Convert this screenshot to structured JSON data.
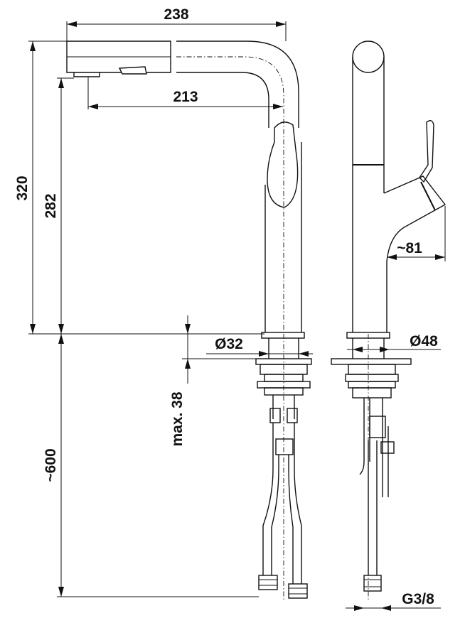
{
  "dimensions": {
    "width_total": "238",
    "width_spout": "213",
    "height_total": "320",
    "height_spout": "282",
    "diameter_base": "Ø32",
    "max_thickness": "max. 38",
    "hose_length": "~600",
    "handle_reach": "~81",
    "diameter_plate": "Ø48",
    "thread": "G3/8"
  }
}
